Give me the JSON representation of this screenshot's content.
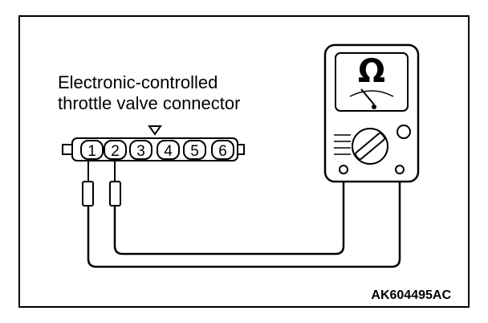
{
  "diagram": {
    "connector_label_line1": "Electronic-controlled",
    "connector_label_line2": "throttle valve connector",
    "connector_pins": [
      "1",
      "2",
      "3",
      "4",
      "5",
      "6"
    ],
    "meter_symbol": "Ω",
    "figure_code": "AK604495AC",
    "icons": {
      "meter": "ohmmeter-icon",
      "key_mark": "triangle-key-icon"
    }
  }
}
